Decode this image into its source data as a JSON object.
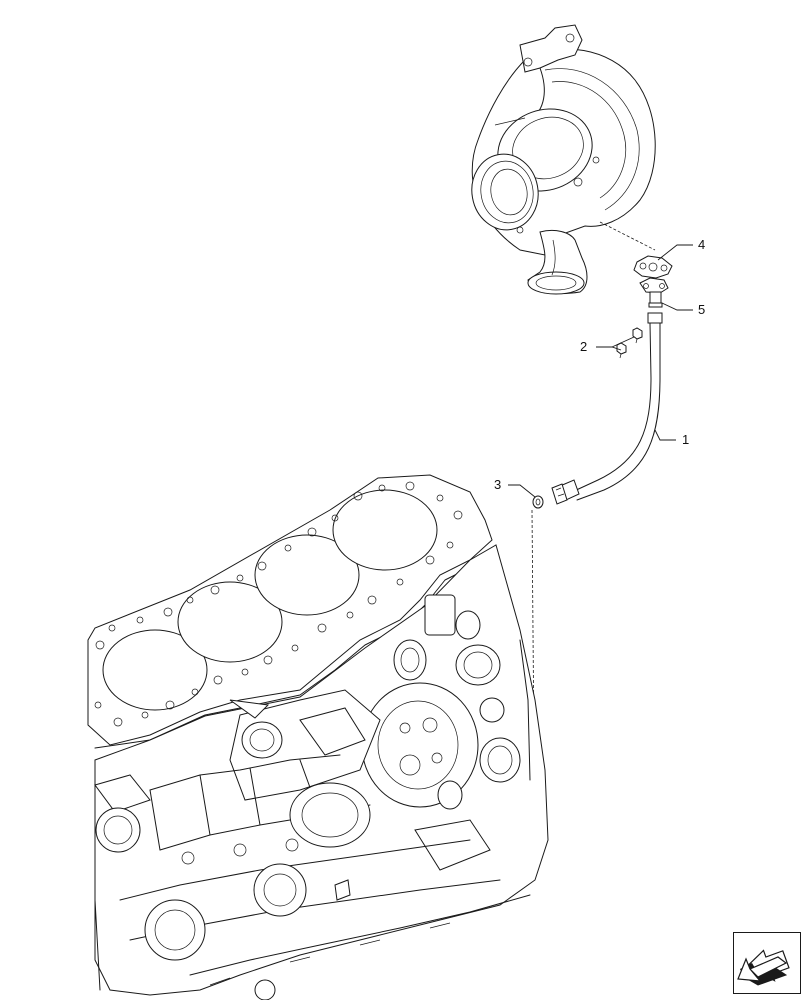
{
  "diagram": {
    "callouts": [
      {
        "id": "c1",
        "label": "1"
      },
      {
        "id": "c2",
        "label": "2"
      },
      {
        "id": "c3",
        "label": "3"
      },
      {
        "id": "c4",
        "label": "4"
      },
      {
        "id": "c5",
        "label": "5"
      }
    ]
  },
  "navigation": {
    "icon": "arrow-left-down-icon"
  },
  "colors": {
    "line": "#1a1a1a",
    "background": "#ffffff"
  }
}
